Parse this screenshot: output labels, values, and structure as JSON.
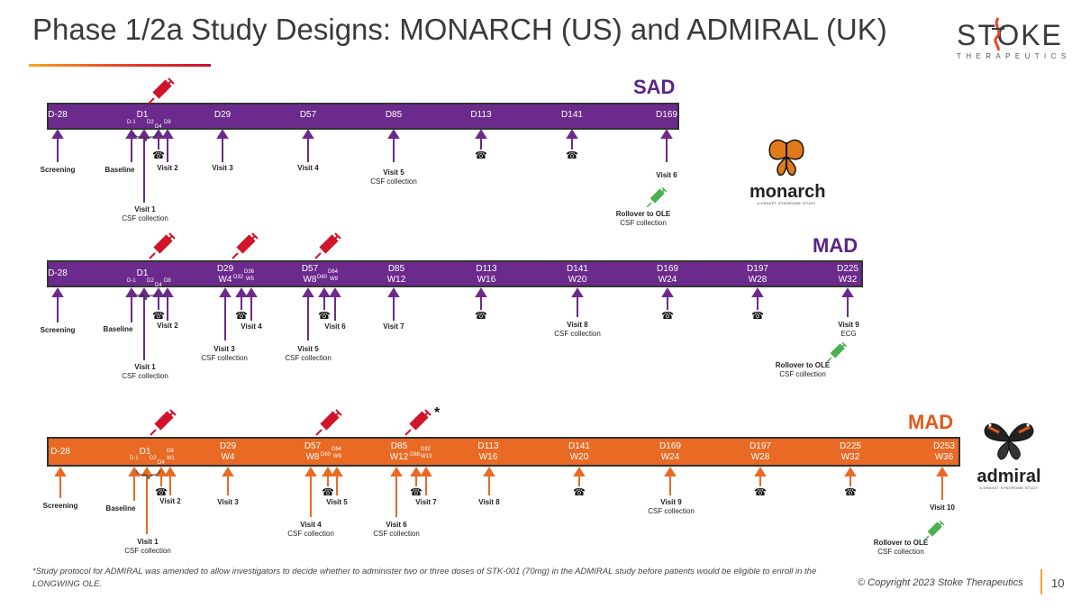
{
  "title": "Phase 1/2a Study Designs: MONARCH (US) and ADMIRAL (UK)",
  "company": {
    "name": "STOKE",
    "sub": "THERAPEUTICS"
  },
  "colors": {
    "purple": "#6b2a8c",
    "orange": "#e96a24",
    "syringe": "#d0142c",
    "syringe_green": "#4caf50",
    "label_purple": "#5a2585",
    "label_orange": "#e2591b"
  },
  "timelines": [
    {
      "label": "SAD",
      "color": "purple",
      "ticks": [
        {
          "day": "D-28",
          "week": ""
        },
        {
          "day": "D1",
          "week": ""
        },
        {
          "day": "D29",
          "week": ""
        },
        {
          "day": "D57",
          "week": ""
        },
        {
          "day": "D85",
          "week": ""
        },
        {
          "day": "D113",
          "week": ""
        },
        {
          "day": "D141",
          "week": ""
        },
        {
          "day": "D169",
          "week": ""
        }
      ],
      "small": [
        "D-1",
        "D2",
        "D4",
        "D8"
      ],
      "notes": [
        {
          "bold": "Screening",
          "line2": ""
        },
        {
          "bold": "Baseline",
          "line2": ""
        },
        {
          "bold": "Visit 1",
          "line2": "CSF collection"
        },
        {
          "bold": "Visit 2",
          "line2": ""
        },
        {
          "bold": "Visit 3",
          "line2": ""
        },
        {
          "bold": "Visit 4",
          "line2": ""
        },
        {
          "bold": "Visit 5",
          "line2": "CSF collection"
        },
        {
          "bold": "Visit 6",
          "line2": ""
        },
        {
          "bold": "Rollover to OLE",
          "line2": "CSF collection"
        }
      ]
    },
    {
      "label": "MAD",
      "color": "purple",
      "ticks": [
        {
          "day": "D-28",
          "week": ""
        },
        {
          "day": "D1",
          "week": ""
        },
        {
          "day": "D29",
          "week": "W4"
        },
        {
          "day": "D57",
          "week": "W8"
        },
        {
          "day": "D85",
          "week": "W12"
        },
        {
          "day": "D113",
          "week": "W16"
        },
        {
          "day": "D141",
          "week": "W20"
        },
        {
          "day": "D169",
          "week": "W24"
        },
        {
          "day": "D197",
          "week": "W28"
        },
        {
          "day": "D225",
          "week": "W32"
        }
      ],
      "small": [
        "D-1",
        "D2",
        "D4",
        "D8",
        "D32",
        "D36",
        "W5",
        "D60",
        "D64",
        "W9"
      ],
      "notes": [
        {
          "bold": "Screening",
          "line2": ""
        },
        {
          "bold": "Baseline",
          "line2": ""
        },
        {
          "bold": "Visit 1",
          "line2": "CSF collection"
        },
        {
          "bold": "Visit 2",
          "line2": ""
        },
        {
          "bold": "Visit 3",
          "line2": "CSF collection"
        },
        {
          "bold": "Visit 4",
          "line2": ""
        },
        {
          "bold": "Visit 5",
          "line2": "CSF collection"
        },
        {
          "bold": "Visit 6",
          "line2": ""
        },
        {
          "bold": "Visit 7",
          "line2": ""
        },
        {
          "bold": "Visit 8",
          "line2": "CSF collection"
        },
        {
          "bold": "Visit 9",
          "line2": "ECG"
        },
        {
          "bold": "Rollover to OLE",
          "line2": "CSF collection"
        }
      ]
    },
    {
      "label": "MAD",
      "color": "orange",
      "ticks": [
        {
          "day": "D-28",
          "week": ""
        },
        {
          "day": "D1",
          "week": ""
        },
        {
          "day": "D29",
          "week": "W4"
        },
        {
          "day": "D57",
          "week": "W8"
        },
        {
          "day": "D85",
          "week": "W12"
        },
        {
          "day": "D113",
          "week": "W16"
        },
        {
          "day": "D141",
          "week": "W20"
        },
        {
          "day": "D169",
          "week": "W24"
        },
        {
          "day": "D197",
          "week": "W28"
        },
        {
          "day": "D225",
          "week": "W32"
        },
        {
          "day": "D253",
          "week": "W36"
        }
      ],
      "small": [
        "D-1",
        "D2",
        "D4",
        "D8",
        "W1",
        "D60",
        "D64",
        "W9",
        "D88",
        "D92",
        "W13"
      ],
      "notes": [
        {
          "bold": "Screening",
          "line2": ""
        },
        {
          "bold": "Baseline",
          "line2": ""
        },
        {
          "bold": "Visit 1",
          "line2": "CSF collection"
        },
        {
          "bold": "Visit 2",
          "line2": ""
        },
        {
          "bold": "Visit 3",
          "line2": ""
        },
        {
          "bold": "Visit 4",
          "line2": "CSF collection"
        },
        {
          "bold": "Visit 5",
          "line2": ""
        },
        {
          "bold": "Visit 6",
          "line2": "CSF collection"
        },
        {
          "bold": "Visit 7",
          "line2": ""
        },
        {
          "bold": "Visit 8",
          "line2": ""
        },
        {
          "bold": "Visit 9",
          "line2": "CSF collection"
        },
        {
          "bold": "Visit 10",
          "line2": ""
        },
        {
          "bold": "Rollover to OLE",
          "line2": "CSF collection"
        }
      ]
    }
  ],
  "asterisk": "*",
  "monarch": {
    "name": "monarch",
    "sub": "A DRAVET SYNDROME STUDY"
  },
  "admiral": {
    "name": "admiral",
    "sub": "A DRAVET SYNDROME STUDY"
  },
  "footnote": "*Study protocol for ADMIRAL was amended to allow investigators to decide whether to administer two or three doses of STK-001 (70mg) in the ADMIRAL study before patients would be eligible to enroll in the LONGWING OLE.",
  "copyright": "© Copyright 2023 Stoke Therapeutics",
  "page_number": "10"
}
